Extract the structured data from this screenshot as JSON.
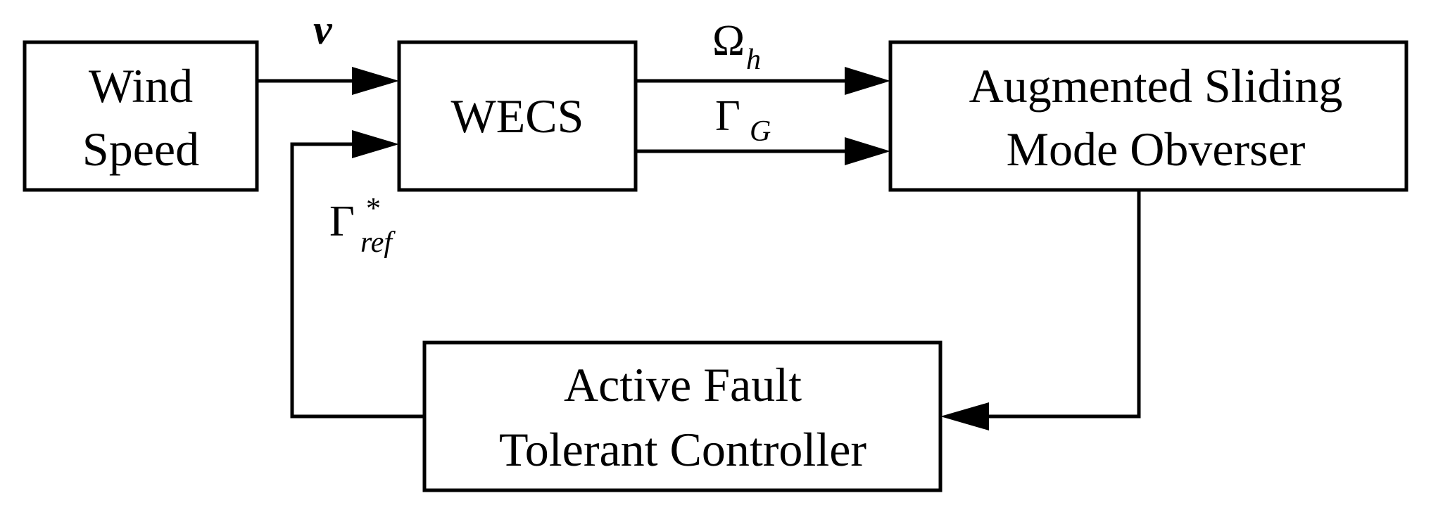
{
  "blocks": {
    "wind_speed": {
      "line1": "Wind",
      "line2": "Speed"
    },
    "wecs": {
      "label": "WECS"
    },
    "observer": {
      "line1": "Augmented Sliding",
      "line2": "Mode Obverser"
    },
    "controller": {
      "line1": "Active Fault",
      "line2": "Tolerant Controller"
    }
  },
  "signals": {
    "wind": {
      "symbol": "v"
    },
    "omega": {
      "symbol": "Ω",
      "subscript": "h"
    },
    "gamma_g": {
      "symbol": "Γ",
      "subscript": "G"
    },
    "gamma_ref": {
      "symbol": "Γ",
      "superscript": "*",
      "subscript": "ref"
    }
  }
}
